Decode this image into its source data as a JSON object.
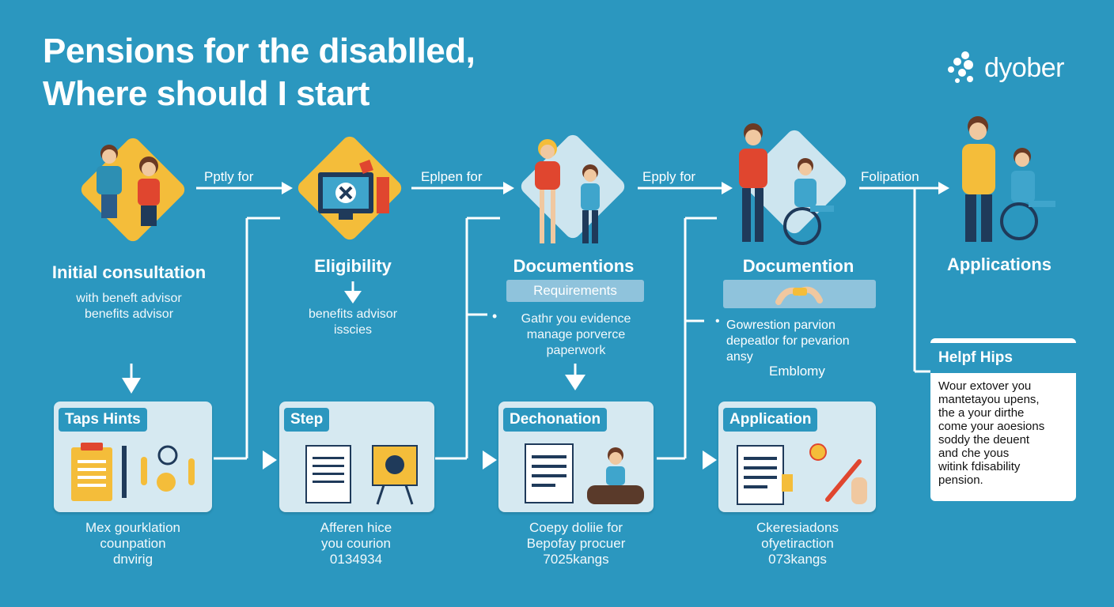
{
  "title": {
    "line1": "Pensions for the disablled,",
    "line2": "Where should I start"
  },
  "logo": {
    "text": "dyober"
  },
  "arrows": [
    "Pptly for",
    "Eplpen for",
    "Epply for",
    "Folipation"
  ],
  "stages": [
    {
      "label": "Initial consultation",
      "subtitle": "with beneft advisor\nbenefits advisor"
    },
    {
      "label": "Eligibility",
      "subtitle": "benefits advisor\nisscies"
    },
    {
      "label": "Documentions",
      "bar": "Requirements",
      "bullet": "Gathr you evidence\nmanage porverce\npaperwork"
    },
    {
      "label": "Documention",
      "bullet": "Gowrestion parvion\ndepeatlor for pevarion\nansy",
      "extra": "Emblomy"
    },
    {
      "label": "Applications"
    }
  ],
  "cards": [
    {
      "tag": "Taps Hints",
      "text": "Mex gourklation\ncounpation\ndnvirig"
    },
    {
      "tag": "Step",
      "text": "Afferen hice\nyou courion\n0134934"
    },
    {
      "tag": "Dechonation",
      "text": "Coepy doliie for\nBepofay procuer\n7025kangs"
    },
    {
      "tag": "Application",
      "text": "Ckeresiadons\nofyetiraction\n073kangs"
    }
  ],
  "help": {
    "title": "Helpf Hips",
    "body": "Wour extover you\nmantetayou upens,\nthe a your dirthe\ncome your aoesions\nsoddy the deuent\nand che yous\nwitink fdisability\npension."
  },
  "colors": {
    "background": "#2b97bf",
    "accent_yellow": "#f4bd3a",
    "card": "#d6e9f1"
  }
}
